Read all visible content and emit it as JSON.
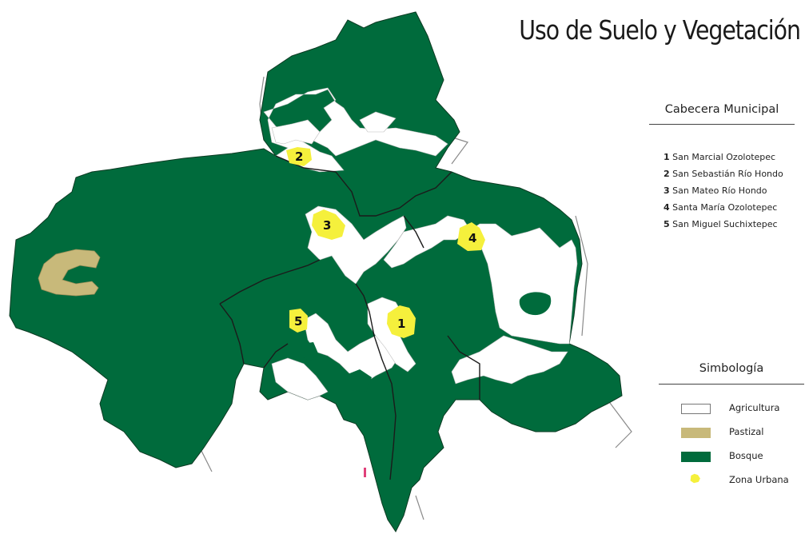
{
  "title": "Uso de Suelo y Vegetación",
  "cabecera": {
    "heading": "Cabecera Municipal",
    "items": [
      {
        "num": "1",
        "name": "San Marcial Ozolotepec"
      },
      {
        "num": "2",
        "name": "San Sebastián Río Hondo"
      },
      {
        "num": "3",
        "name": "San Mateo Río Hondo"
      },
      {
        "num": "4",
        "name": "Santa María Ozolotepec"
      },
      {
        "num": "5",
        "name": "San Miguel Suchixtepec"
      }
    ]
  },
  "simbologia": {
    "heading": "Simbología",
    "items": [
      {
        "label": "Agricultura",
        "color": "#ffffff",
        "icon": "white-rect-swatch"
      },
      {
        "label": "Pastizal",
        "color": "#c8b97a",
        "icon": "tan-rect-swatch"
      },
      {
        "label": "Bosque",
        "color": "#006b3c",
        "icon": "green-rect-swatch"
      },
      {
        "label": "Zona Urbana",
        "color": "#f5f03c",
        "icon": "yellow-blob-swatch"
      }
    ]
  },
  "markers": [
    "1",
    "2",
    "3",
    "4",
    "5"
  ],
  "colors": {
    "bosque": "#006b3c",
    "agricultura": "#ffffff",
    "pastizal": "#c8b97a",
    "urbana": "#f5f03c",
    "border": "#222222"
  }
}
